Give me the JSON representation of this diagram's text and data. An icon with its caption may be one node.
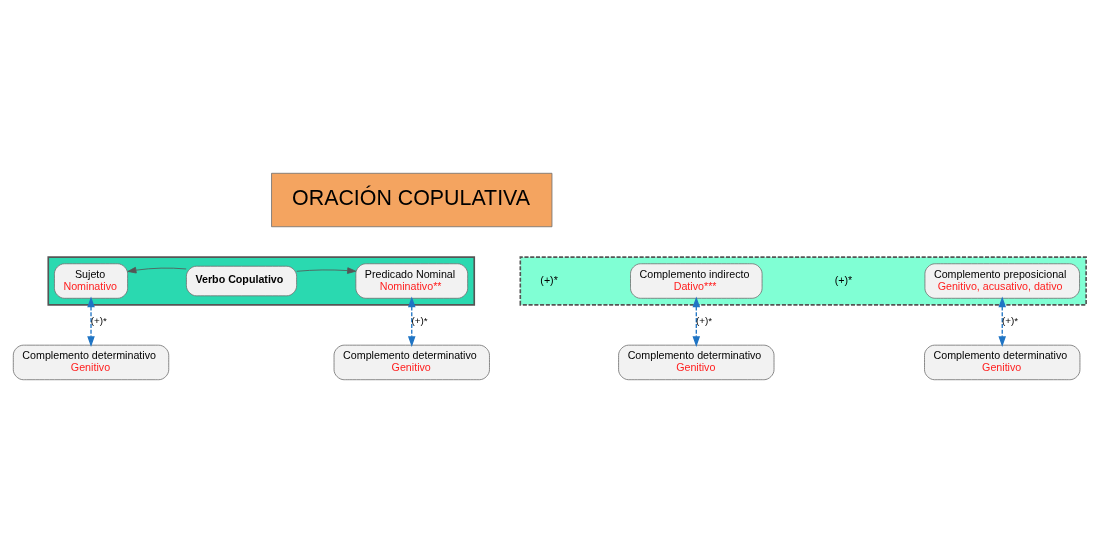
{
  "diagram": {
    "nodes": [
      {
        "text": [
          "ORACIÓN COPULATIVA"
        ]
      },
      {
        "text": [],
        "shape": "box"
      },
      {
        "text": [
          "Sujeto",
          "Nominativo"
        ],
        "in": 1
      },
      {
        "text": [
          "Verbo Copulativo"
        ],
        "in": 1
      },
      {
        "text": [
          "Predicado Nominal",
          "Nominativo**"
        ],
        "in": 1
      },
      {
        "text": [],
        "shape": "box"
      },
      {
        "text": [
          "Complemento indirecto",
          "Dativo***"
        ],
        "in": 5
      },
      {
        "text": [
          "Complemento preposicional",
          "Genitivo, acusativo, dativo"
        ],
        "in": 5
      },
      {
        "text": [
          "Complemento determinativo",
          "Genitivo"
        ]
      },
      {
        "text": [
          "Complemento determinativo",
          "Genitivo"
        ]
      },
      {
        "text": [
          "Complemento determinativo",
          "Genitivo"
        ]
      },
      {
        "text": [
          "Complemento determinativo",
          "Genitivo"
        ]
      }
    ],
    "edges": [
      {
        "from": 3,
        "to": 2,
        "arrow": "to",
        "color": "#555555"
      },
      {
        "from": 3,
        "to": 4,
        "arrow": "to",
        "color": "#555555"
      },
      {
        "from": 2,
        "to": 8,
        "arrow": "both",
        "style": "dashed",
        "color": "#1f74c4",
        "label": "(+)*"
      },
      {
        "from": 4,
        "to": 9,
        "arrow": "both",
        "style": "dashed",
        "color": "#1f74c4",
        "label": "(+)*"
      },
      {
        "from": 6,
        "to": 10,
        "arrow": "both",
        "style": "dashed",
        "color": "#1f74c4",
        "label": "(+)*"
      },
      {
        "from": 7,
        "to": 11,
        "arrow": "both",
        "style": "dashed",
        "color": "#1f74c4",
        "label": "(+)*"
      }
    ],
    "labels": [
      "(+)*",
      "(+)*"
    ]
  }
}
